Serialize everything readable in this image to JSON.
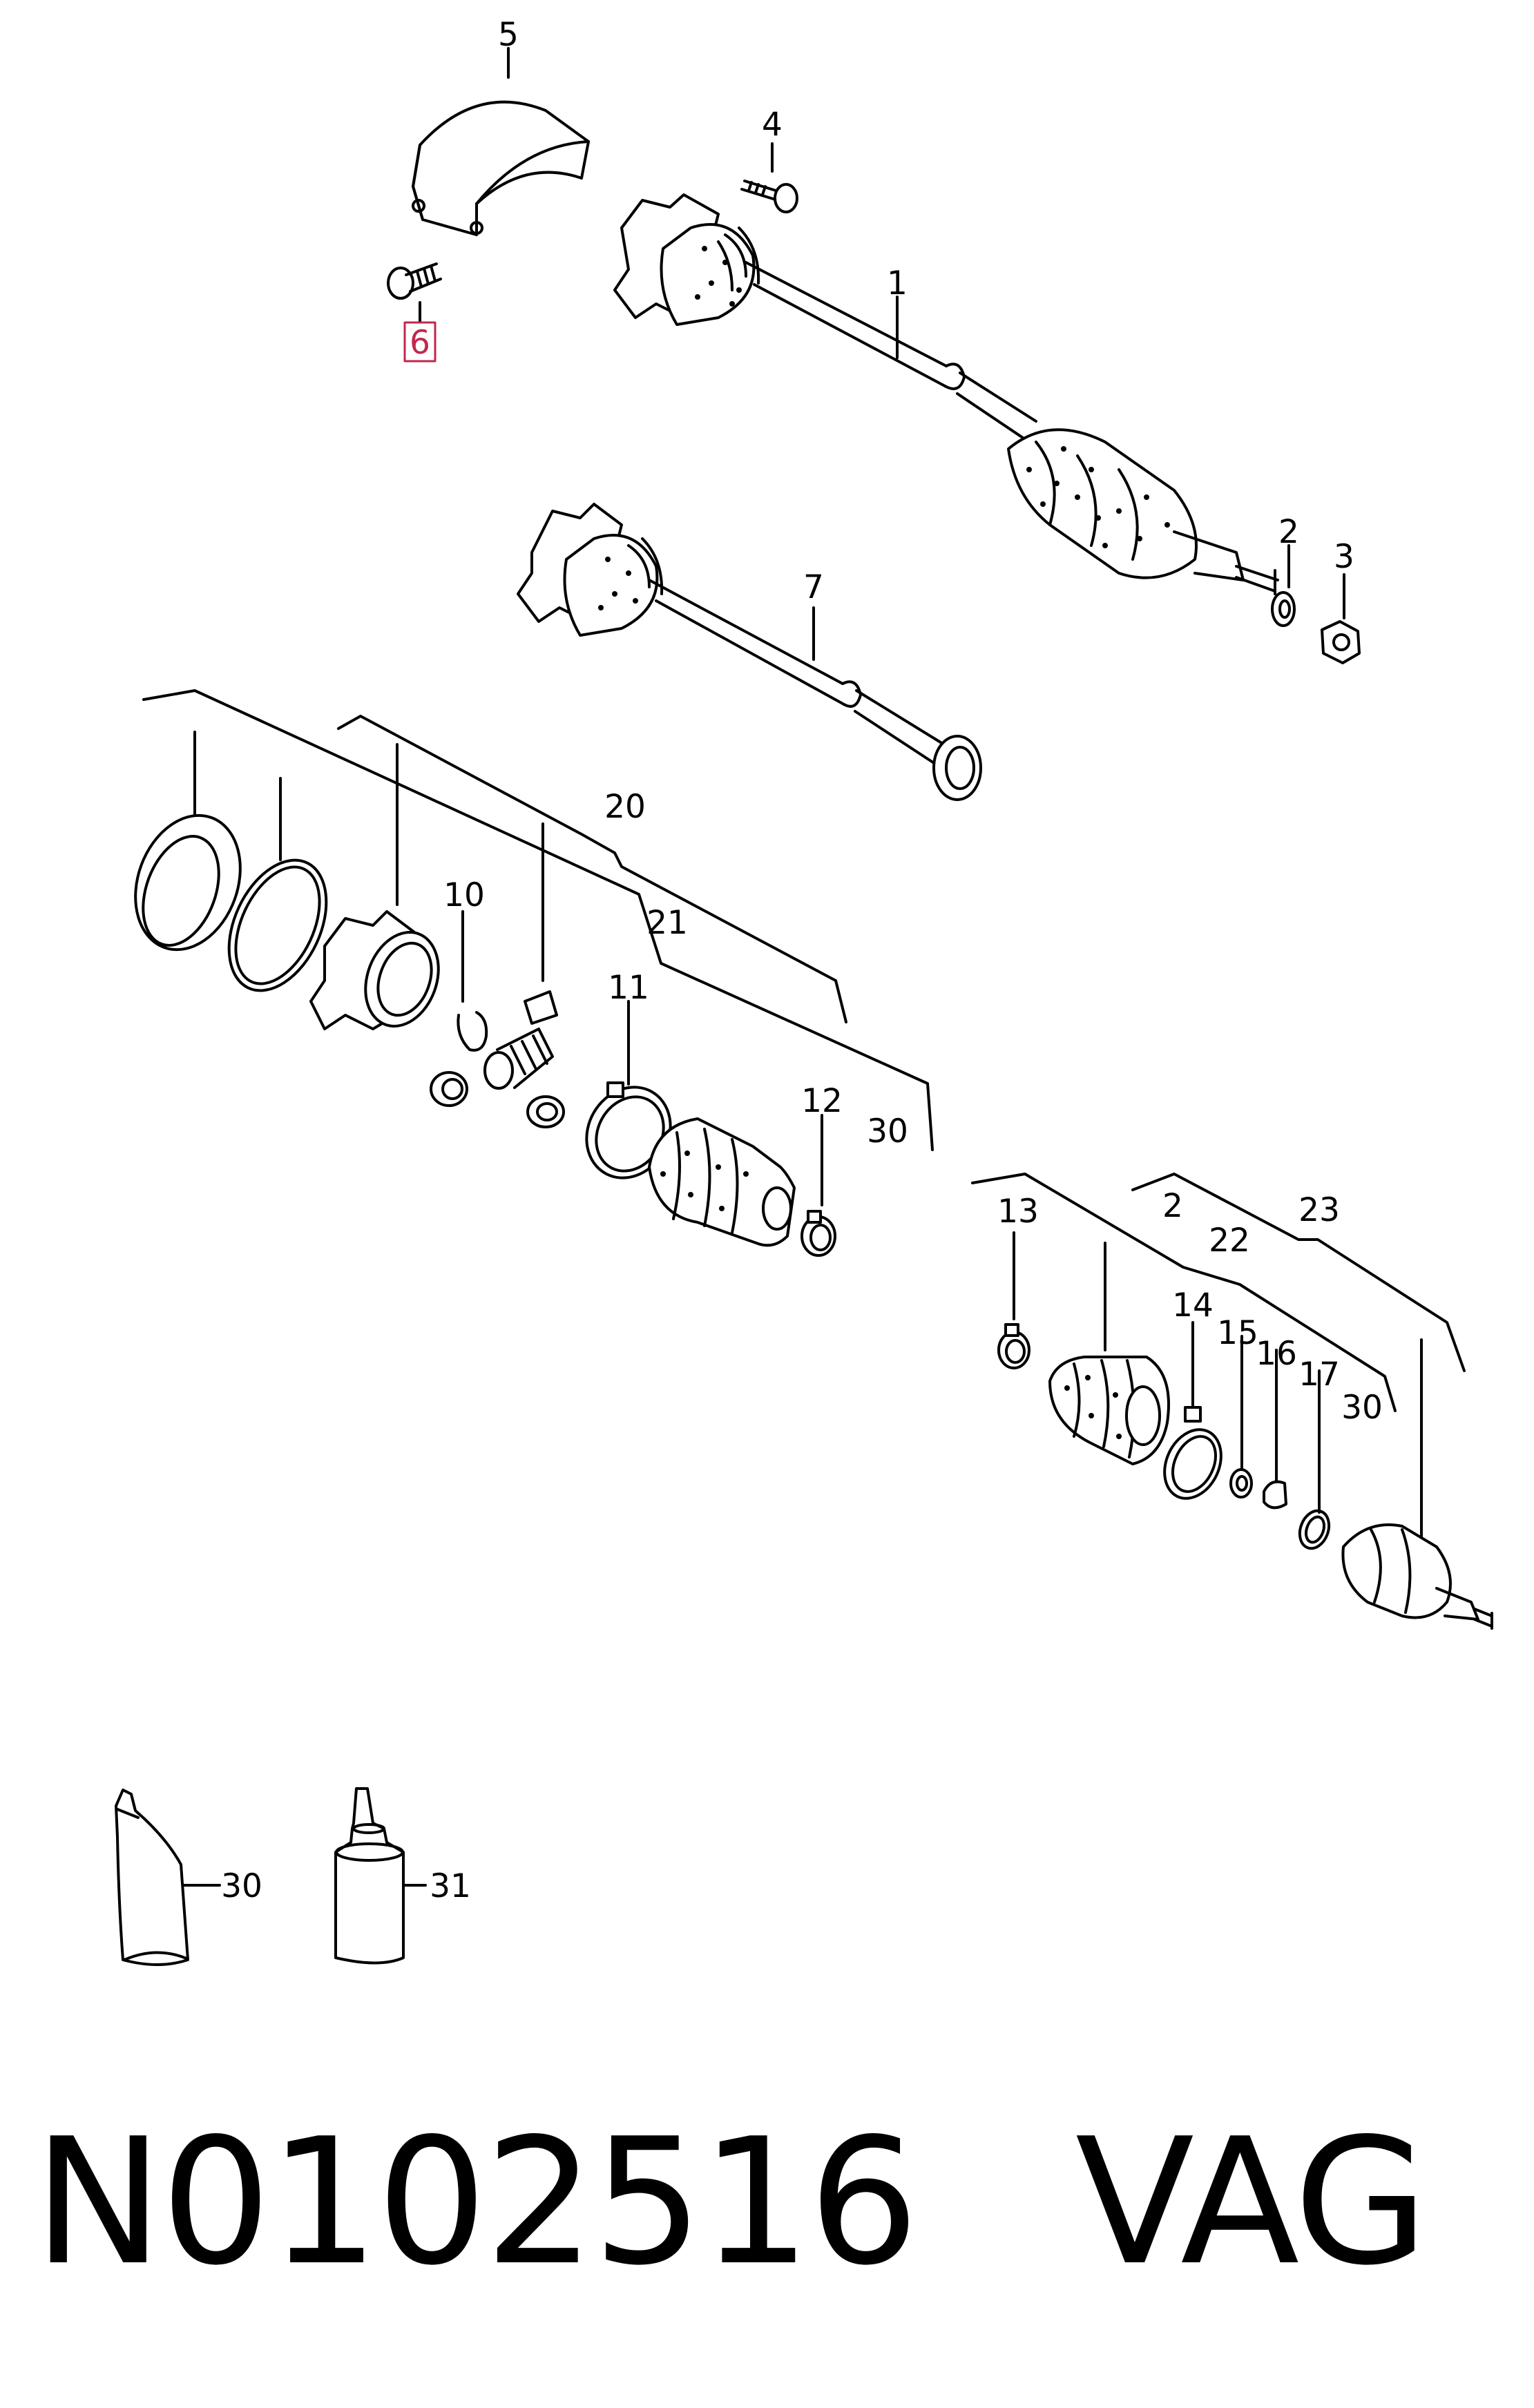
{
  "callouts": {
    "c1": "1",
    "c2a": "2",
    "c2b": "2",
    "c3": "3",
    "c4": "4",
    "c5": "5",
    "c6": "6",
    "c7": "7",
    "c10": "10",
    "c11": "11",
    "c12": "12",
    "c13": "13",
    "c14": "14",
    "c15": "15",
    "c16": "16",
    "c17": "17",
    "c20": "20",
    "c21": "21",
    "c22": "22",
    "c23": "23",
    "c30a": "30",
    "c30b": "30",
    "c30c": "30",
    "c31": "31"
  },
  "highlight_color": "#c2274c",
  "caption": {
    "part_number": "N0102516",
    "brand": "VAG"
  }
}
